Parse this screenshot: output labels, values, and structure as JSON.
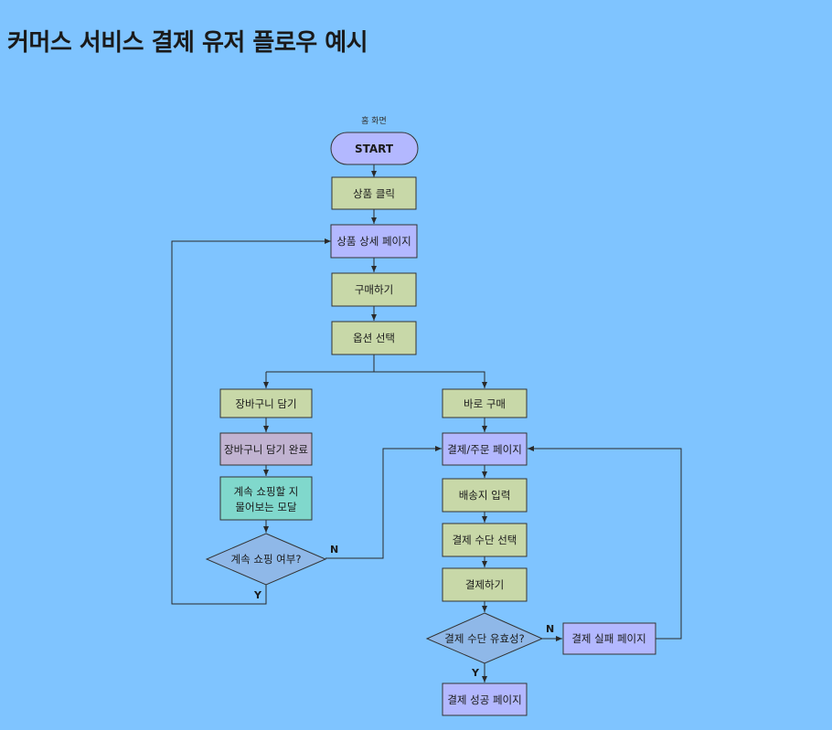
{
  "title": "커머스 서비스 결제 유저 플로우 예시",
  "colors": {
    "background": "#7fc4ff",
    "terminal": "#b3b8ff",
    "process_green": "#c8d8a8",
    "page_purple": "#b3b8ff",
    "complete_mauve": "#c1b3d1",
    "modal_teal": "#80d8cc",
    "decision": "#8fb8e8"
  },
  "nodes": {
    "home_label": "홈 화면",
    "start": "START",
    "product_click": "상품 클릭",
    "product_detail": "상품 상세 페이지",
    "buy": "구매하기",
    "option_select": "옵션 선택",
    "add_cart": "장바구니 담기",
    "add_cart_done": "장바구니 담기 완료",
    "modal_line1": "계속 쇼핑할 지",
    "modal_line2": "물어보는 모달",
    "continue_decision": "계속 쇼핑 여부?",
    "buy_now": "바로 구매",
    "checkout_page": "결제/주문 페이지",
    "shipping_input": "배송지 입력",
    "payment_method": "결제 수단 선택",
    "pay": "결제하기",
    "payment_valid_decision": "결제 수단 유효성?",
    "payment_fail": "결제 실패 페이지",
    "payment_success": "결제 성공 페이지"
  },
  "edge_labels": {
    "continue_no": "N",
    "continue_yes": "Y",
    "valid_no": "N",
    "valid_yes": "Y"
  }
}
